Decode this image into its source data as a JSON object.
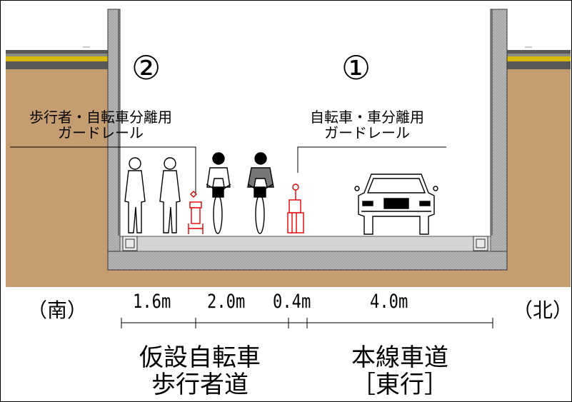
{
  "section": {
    "circle_2": "②",
    "circle_1": "①",
    "guardrail_ped_bike": [
      "歩行者・自転車分離用",
      "ガードレール"
    ],
    "guardrail_bike_car": [
      "自転車・車分離用",
      "ガードレール"
    ],
    "south": "（南）",
    "north": "（北）",
    "widths": [
      "1.6m",
      "2.0m",
      "0.4m",
      "4.0m"
    ],
    "temp_path": [
      "仮設自転車",
      "歩行者道"
    ],
    "main_road": [
      "本線車道",
      "［東行］"
    ],
    "colors": {
      "soil": "#c59d71",
      "asphalt": "#585858",
      "yellow": "#d8b800",
      "wall": "#a3a3a3",
      "rail": "#e00000"
    }
  }
}
